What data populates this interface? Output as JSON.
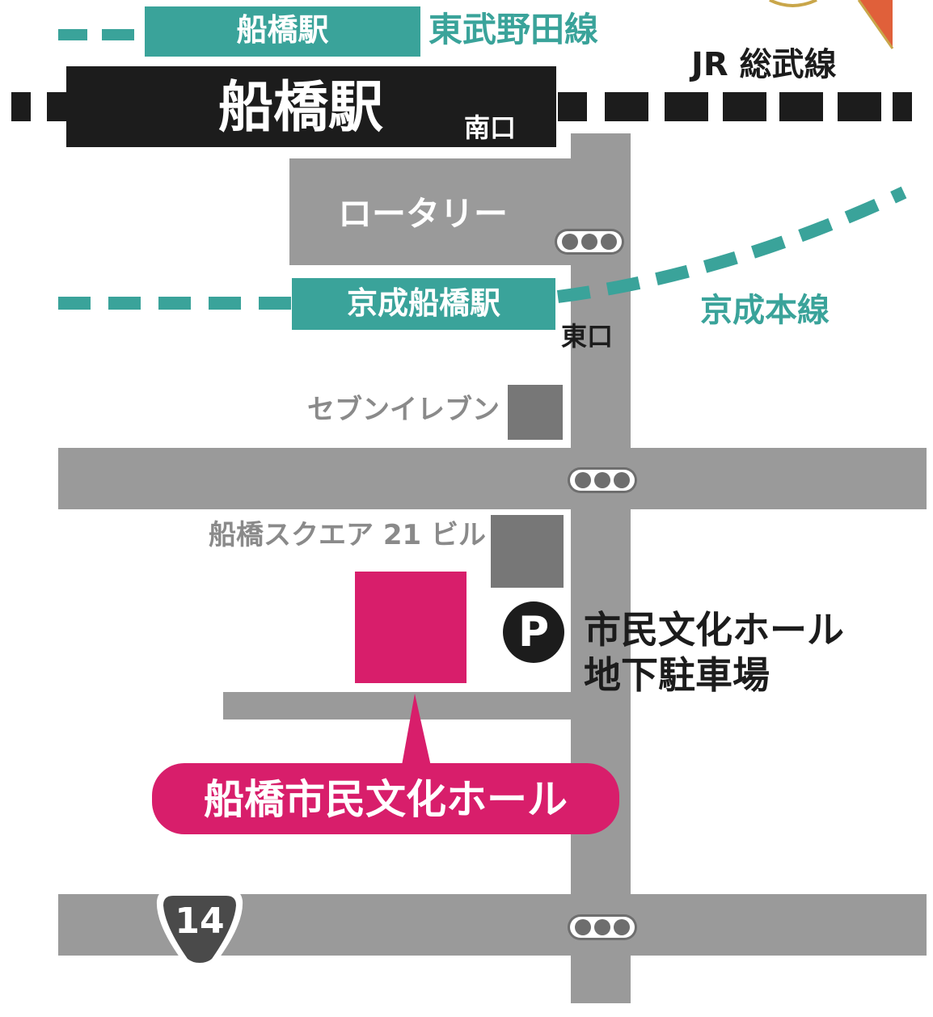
{
  "colors": {
    "teal": "#3aa39a",
    "black": "#1c1c1c",
    "road": "#9a9a9a",
    "building": "#777777",
    "magenta": "#d81e6b"
  },
  "lines": {
    "tobu_station": "船橋駅",
    "tobu_line": "東武野田線",
    "jr_line": "JR 総武線",
    "jr_station": "船橋駅",
    "jr_exit": "南口",
    "keisei_station": "京成船橋駅",
    "keisei_line": "京成本線",
    "keisei_exit": "東口"
  },
  "places": {
    "rotary": "ロータリー",
    "seven_eleven": "セブンイレブン",
    "square21": "船橋スクエア 21 ビル",
    "parking_symbol": "P",
    "parking_line1": "市民文化ホール",
    "parking_line2": "地下駐車場",
    "venue": "船橋市民文化ホール",
    "route_number": "14"
  },
  "icons": {
    "parking": "parking-icon",
    "traffic_light": "traffic-light-icon",
    "route_shield": "national-route-shield-icon"
  }
}
